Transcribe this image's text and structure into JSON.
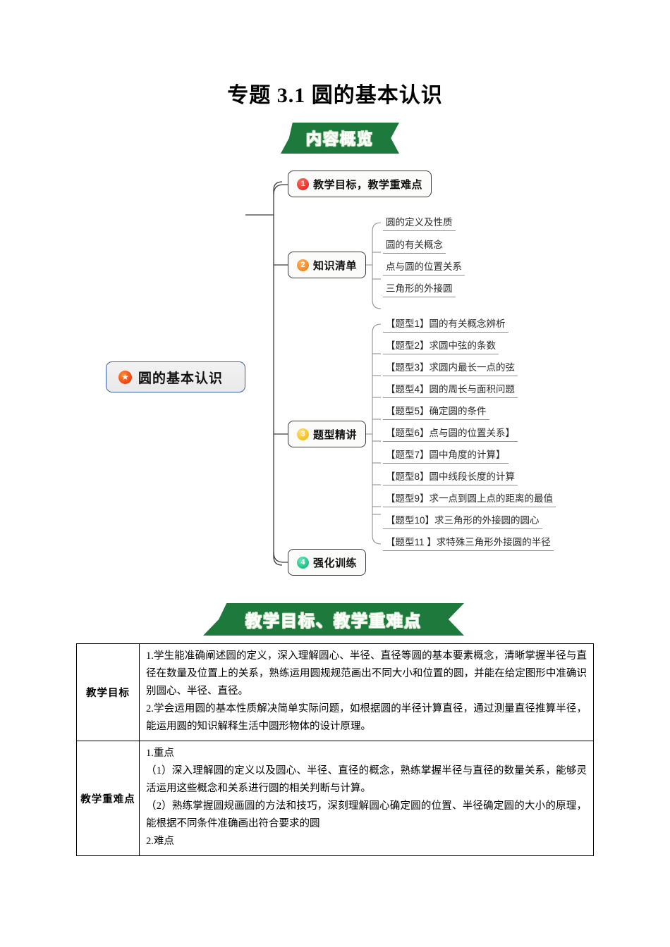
{
  "document": {
    "title": "专题 3.1  圆的基本认识"
  },
  "banners": {
    "overview": "内容概览",
    "objectives": "教学目标、教学重难点"
  },
  "mindmap": {
    "root": {
      "label": "圆的基本认识",
      "icon": "red-star-icon",
      "border_color": "#3b5ea8"
    },
    "branches": [
      {
        "num": "1",
        "label": "教学目标，教学重难点",
        "color": "#e8302a",
        "children": []
      },
      {
        "num": "2",
        "label": "知识清单",
        "color": "#f08a22",
        "children": [
          "圆的定义及性质",
          "圆的有关概念",
          "点与圆的位置关系",
          "三角形的外接圆"
        ]
      },
      {
        "num": "3",
        "label": "题型精讲",
        "color": "#f5c021",
        "children": [
          "【题型1】圆的有关概念辨析",
          "【题型2】求圆中弦的条数",
          "【题型3】求圆内最长一点的弦",
          "【题型4】圆的周长与面积问题",
          "【题型5】确定圆的条件",
          "【题型6】点与圆的位置关系】",
          "【题型7】圆中角度的计算】",
          "【题型8】圆中线段长度的计算",
          "【题型9】求一点到圆上点的距离的最值",
          "【题型10】求三角形的外接圆的圆心",
          "【题型11 】求特殊三角形外接圆的半径"
        ]
      },
      {
        "num": "4",
        "label": "强化训练",
        "color": "#1fc08a",
        "children": []
      }
    ]
  },
  "table": {
    "rows": [
      {
        "header": "教学目标",
        "paragraphs": [
          "1.学生能准确阐述圆的定义，深入理解圆心、半径、直径等圆的基本要素概念，清晰掌握半径与直径在数量及位置上的关系，熟练运用圆规规范画出不同大小和位置的圆，并能在给定图形中准确识别圆心、半径、直径。",
          "2.学会运用圆的基本性质解决简单实际问题，如根据圆的半径计算直径，通过测量直径推算半径，能运用圆的知识解释生活中圆形物体的设计原理。"
        ]
      },
      {
        "header": "教学重难点",
        "paragraphs": [
          "1.重点",
          "（1）深入理解圆的定义以及圆心、半径、直径的概念，熟练掌握半径与直径的数量关系，能够灵活运用这些概念和关系进行圆的相关判断与计算。",
          "（2）熟练掌握圆规画圆的方法和技巧，深刻理解圆心确定圆的位置、半径确定圆的大小的原理，能根据不同条件准确画出符合要求的圆",
          "2.难点"
        ]
      }
    ]
  }
}
